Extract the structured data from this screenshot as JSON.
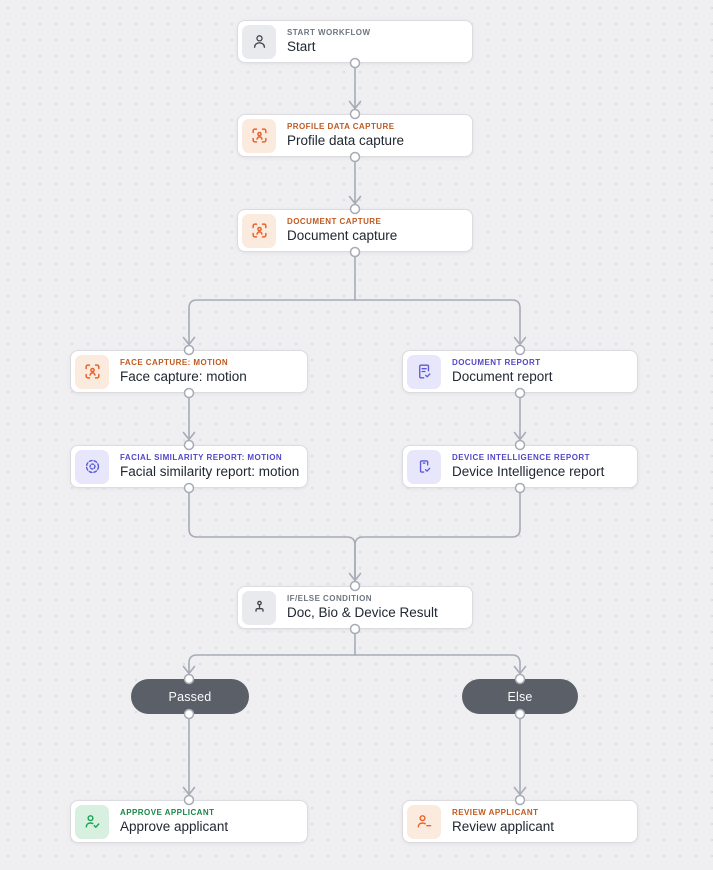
{
  "canvas": {
    "background_color": "#EFEFF1",
    "dot_grid_color": "#D8D8DD",
    "connector_color": "#A6ABB6"
  },
  "theme_colors": {
    "gray": {
      "icon_bg": "#E8EAED",
      "icon": "#3F4650",
      "label": "#6E7681"
    },
    "orange": {
      "icon_bg": "#FBEBDF",
      "icon": "#E8632C",
      "label": "#C05A21"
    },
    "purple": {
      "icon_bg": "#E7E6FB",
      "icon": "#5A5BD7",
      "label": "#5248C5"
    },
    "green": {
      "icon_bg": "#D8F0DF",
      "icon": "#18A454",
      "label": "#1A8747"
    },
    "pill_bg": "#5A5F68",
    "pill_text": "#FAFAFB",
    "title_text": "#212832"
  },
  "nodes": [
    {
      "category": "START WORKFLOW",
      "title": "Start",
      "icon": "person-icon",
      "theme": "gray"
    },
    {
      "category": "PROFILE DATA CAPTURE",
      "title": "Profile data capture",
      "icon": "capture-scan-icon",
      "theme": "orange"
    },
    {
      "category": "DOCUMENT CAPTURE",
      "title": "Document capture",
      "icon": "capture-scan-icon",
      "theme": "orange"
    },
    {
      "category": "FACE CAPTURE: MOTION",
      "title": "Face capture: motion",
      "icon": "capture-scan-icon",
      "theme": "orange"
    },
    {
      "category": "DOCUMENT REPORT",
      "title": "Document report",
      "icon": "document-check-icon",
      "theme": "purple"
    },
    {
      "category": "FACIAL SIMILARITY REPORT: MOTION",
      "title": "Facial similarity report: motion",
      "icon": "face-scan-circle-icon",
      "theme": "purple"
    },
    {
      "category": "DEVICE INTELLIGENCE REPORT",
      "title": "Device Intelligence report",
      "icon": "device-check-icon",
      "theme": "purple"
    },
    {
      "category": "IF/ELSE CONDITION",
      "title": "Doc, Bio & Device Result",
      "icon": "branch-icon",
      "theme": "gray"
    },
    {
      "category": "APPROVE APPLICANT",
      "title": "Approve applicant",
      "icon": "person-check-icon",
      "theme": "green"
    },
    {
      "category": "REVIEW APPLICANT",
      "title": "Review applicant",
      "icon": "person-minus-icon",
      "theme": "orange"
    }
  ],
  "branches": [
    {
      "label": "Passed"
    },
    {
      "label": "Else"
    }
  ]
}
